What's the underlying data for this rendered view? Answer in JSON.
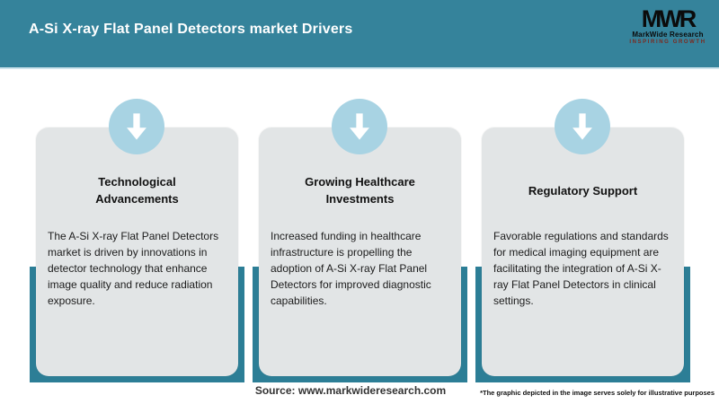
{
  "header": {
    "title": "A-Si X-ray Flat Panel Detectors market Drivers",
    "logo": {
      "acronym": "MWR",
      "name": "MarkWide Research",
      "tagline": "INSPIRING GROWTH"
    }
  },
  "cards": [
    {
      "icon": "down-arrow-icon",
      "title": "Technological Advancements",
      "description": "The A-Si X-ray Flat Panel Detectors market is driven by innovations in detector technology that enhance image quality and reduce radiation exposure."
    },
    {
      "icon": "down-arrow-icon",
      "title": "Growing Healthcare Investments",
      "description": "Increased funding in healthcare infrastructure is propelling the adoption of A-Si X-ray Flat Panel Detectors for improved diagnostic capabilities."
    },
    {
      "icon": "down-arrow-icon",
      "title": "Regulatory Support",
      "description": "Favorable regulations and standards for medical imaging equipment are facilitating the integration of A-Si X-ray Flat Panel Detectors in clinical settings."
    }
  ],
  "footer": {
    "source": "Source: www.markwideresearch.com",
    "disclaimer": "*The graphic depicted in the image serves solely for illustrative purposes"
  },
  "colors": {
    "header_teal": "#35839b",
    "backing_teal": "#2c7e96",
    "card_gray": "#e2e5e6",
    "circle_blue": "#a8d3e3",
    "arrow_white": "#ffffff",
    "header_underline": "#cde4ec",
    "logo_tagline_red": "#7c2a1f"
  }
}
